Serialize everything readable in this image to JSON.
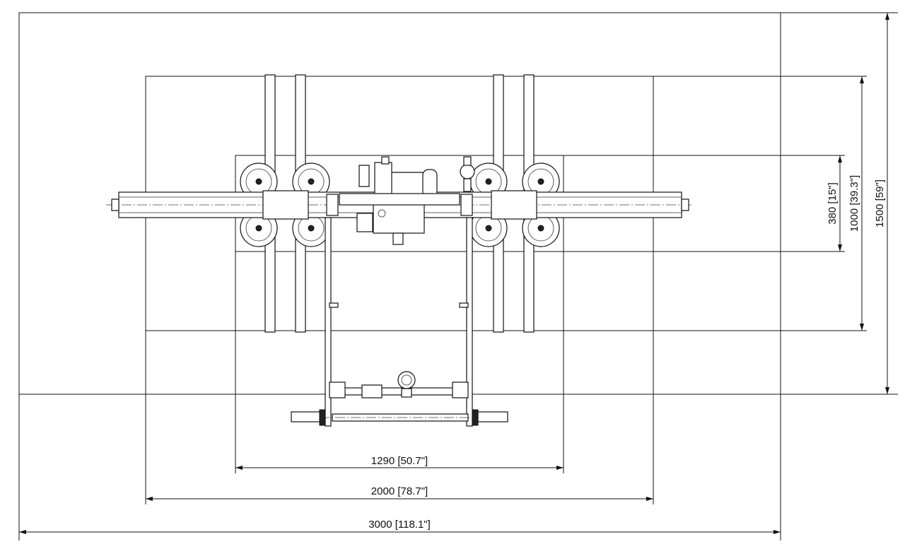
{
  "dimensions": {
    "width_1290": "1290 [50.7\"]",
    "width_2000": "2000 [78.7\"]",
    "width_3000": "3000 [118.1\"]",
    "height_380": "380 [15\"]",
    "height_1000": "1000 [39.3\"]",
    "height_1500": "1500 [59\"]"
  }
}
